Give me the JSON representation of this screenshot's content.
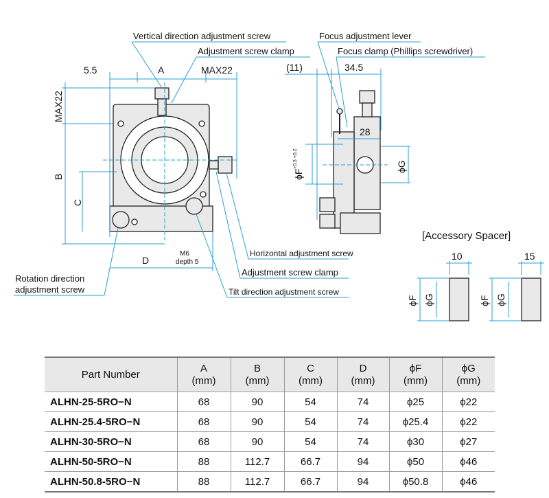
{
  "callouts": {
    "vertical_screw": "Vertical direction adjustment screw",
    "screw_clamp_top": "Adjustment screw clamp",
    "focus_lever": "Focus adjustment lever",
    "focus_clamp": "Focus clamp (Phillips screwdriver)",
    "horizontal_screw": "Horizontal adjustment screw",
    "screw_clamp_side": "Adjustment screw clamp",
    "tilt_screw": "Tilt direction adjustment screw",
    "rotation_screw_1": "Rotation direction",
    "rotation_screw_2": "adjustment screw"
  },
  "dimensions": {
    "d55": "5.5",
    "a": "A",
    "max22_top": "MAX22",
    "max22_side": "MAX22",
    "b": "B",
    "c": "C",
    "d": "D",
    "m6": "M6",
    "depth": "depth 5",
    "d11": "(11)",
    "d345": "34.5",
    "d28": "28",
    "phiF": "ϕF",
    "tol": "+0.3 +0.2",
    "phiG": "ϕG"
  },
  "spacer": {
    "title": "[Accessory Spacer]",
    "w1": "10",
    "w2": "15",
    "f": "ϕF",
    "g": "ϕG"
  },
  "table": {
    "headers": [
      {
        "l1": "Part Number",
        "l2": ""
      },
      {
        "l1": "A",
        "l2": "(mm)"
      },
      {
        "l1": "B",
        "l2": "(mm)"
      },
      {
        "l1": "C",
        "l2": "(mm)"
      },
      {
        "l1": "D",
        "l2": "(mm)"
      },
      {
        "l1": "ϕF",
        "l2": "(mm)"
      },
      {
        "l1": "ϕG",
        "l2": "(mm)"
      }
    ],
    "rows": [
      [
        "ALHN-25-5RO−N",
        "68",
        "90",
        "54",
        "74",
        "ϕ25",
        "ϕ22"
      ],
      [
        "ALHN-25.4-5RO−N",
        "68",
        "90",
        "54",
        "74",
        "ϕ25.4",
        "ϕ22"
      ],
      [
        "ALHN-30-5RO−N",
        "68",
        "90",
        "54",
        "74",
        "ϕ30",
        "ϕ27"
      ],
      [
        "ALHN-50-5RO−N",
        "88",
        "112.7",
        "66.7",
        "94",
        "ϕ50",
        "ϕ46"
      ],
      [
        "ALHN-50.8-5RO−N",
        "88",
        "112.7",
        "66.7",
        "94",
        "ϕ50.8",
        "ϕ46"
      ]
    ]
  },
  "colors": {
    "dimension_line": "#2a9fd6",
    "header_bg": "#e8e8e8"
  }
}
